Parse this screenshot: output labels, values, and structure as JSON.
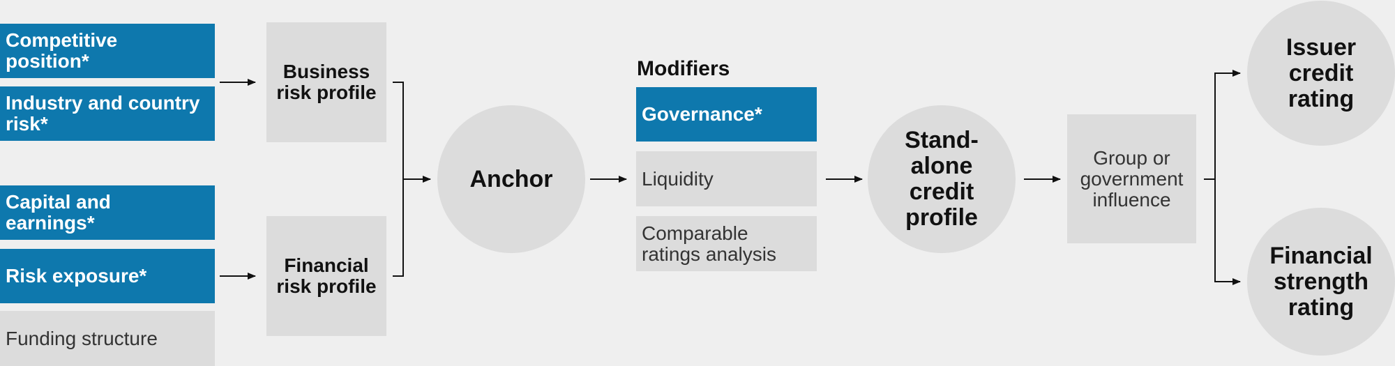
{
  "inputs": {
    "competitive_position": "Competitive position*",
    "industry_country_risk": "Industry and country risk*",
    "capital_earnings": "Capital and earnings*",
    "risk_exposure": "Risk exposure*",
    "funding_structure": "Funding structure"
  },
  "profiles": {
    "business": "Business risk profile",
    "financial": "Financial risk profile"
  },
  "anchor": "Anchor",
  "modifiers": {
    "heading": "Modifiers",
    "governance": "Governance*",
    "liquidity": "Liquidity",
    "comparable": "Comparable ratings analysis"
  },
  "sacp": "Stand-alone credit profile",
  "group_influence": "Group or government influence",
  "outputs": {
    "issuer": "Issuer credit rating",
    "financial_strength": "Financial strength rating"
  },
  "colors": {
    "accent_blue": "#0e78ad",
    "box_grey": "#dcdcdc",
    "background": "#efefef"
  }
}
